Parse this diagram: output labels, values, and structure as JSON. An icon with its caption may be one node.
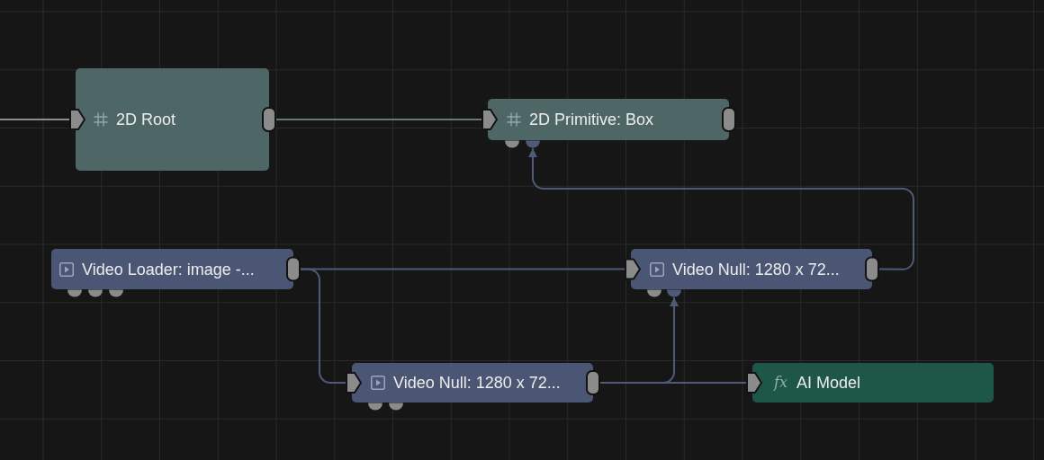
{
  "diagram": {
    "nodes": [
      {
        "text": [
          "2D Root"
        ]
      },
      {
        "text": [
          "2D Primitive: Box"
        ]
      },
      {
        "text": [
          "Video Loader: image -..."
        ]
      },
      {
        "text": [
          "Video Null: 1280 x 72..."
        ]
      },
      {
        "text": [
          "Video Null: 1280 x 72..."
        ]
      },
      {
        "text": [
          "fx",
          "AI Model"
        ]
      }
    ],
    "edges": [
      {
        "from": null,
        "to": 0,
        "arrow": "to",
        "color": "#8c8c8c"
      },
      {
        "from": 0,
        "to": 1,
        "arrow": "to",
        "color": "#62797a"
      },
      {
        "from": 2,
        "to": 3,
        "arrow": "to"
      },
      {
        "from": 2,
        "to": 4,
        "arrow": "to"
      },
      {
        "from": 4,
        "to": 3,
        "arrow": "to"
      },
      {
        "from": 4,
        "to": 5,
        "arrow": "to"
      },
      {
        "from": 3,
        "to": 1,
        "arrow": "to"
      }
    ]
  }
}
